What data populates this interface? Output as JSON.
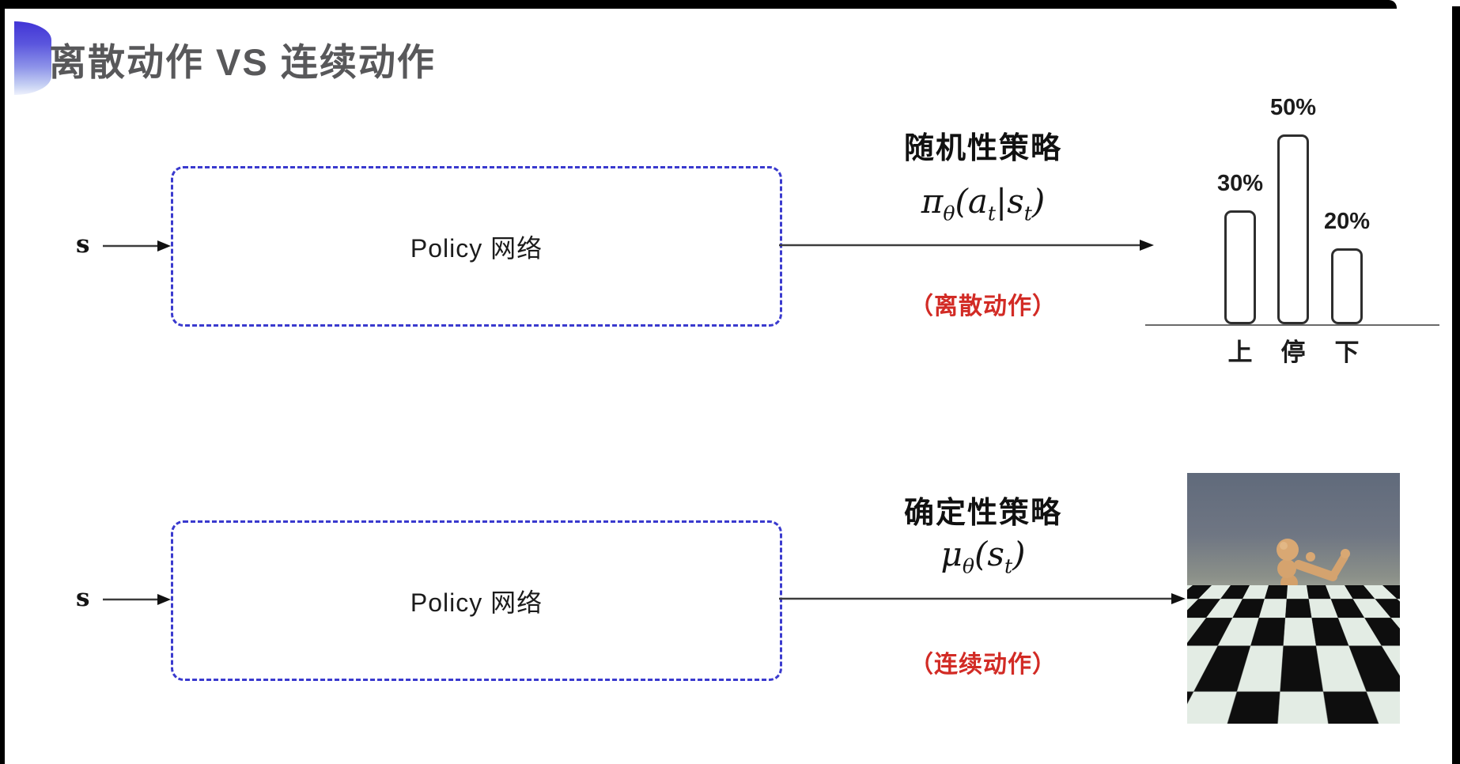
{
  "title": {
    "text": "离散动作 VS 连续动作"
  },
  "colors": {
    "accent_blue_dash": "#3a3ace",
    "accent_circle_blue": "#4134d6",
    "note_red": "#d22b25",
    "title_gray": "#58585a",
    "arrow_black": "#3c3c3c"
  },
  "rows": [
    {
      "input_label": "s",
      "box_label": "Policy 网络",
      "policy_type": "随机性策略",
      "formula": {
        "f1": "π",
        "f1sub": "θ",
        "f2": "(a",
        "f2sub": "t",
        "f3": "|s",
        "f3sub": "t",
        "f4": ")"
      },
      "action_note": "（离散动作）"
    },
    {
      "input_label": "s",
      "box_label": "Policy 网络",
      "policy_type": "确定性策略",
      "formula": {
        "f1": "μ",
        "f1sub": "θ",
        "f2": "(s",
        "f2sub": "t",
        "f3": ")"
      },
      "action_note": "（连续动作）"
    }
  ],
  "chart_data": {
    "type": "bar",
    "categories": [
      "上",
      "停",
      "下"
    ],
    "values": [
      30,
      50,
      20
    ],
    "value_labels": [
      "30%",
      "50%",
      "20%"
    ],
    "ylim": [
      0,
      55
    ],
    "bar_style": "outlined-rounded-white",
    "grid": false,
    "legend": false
  }
}
